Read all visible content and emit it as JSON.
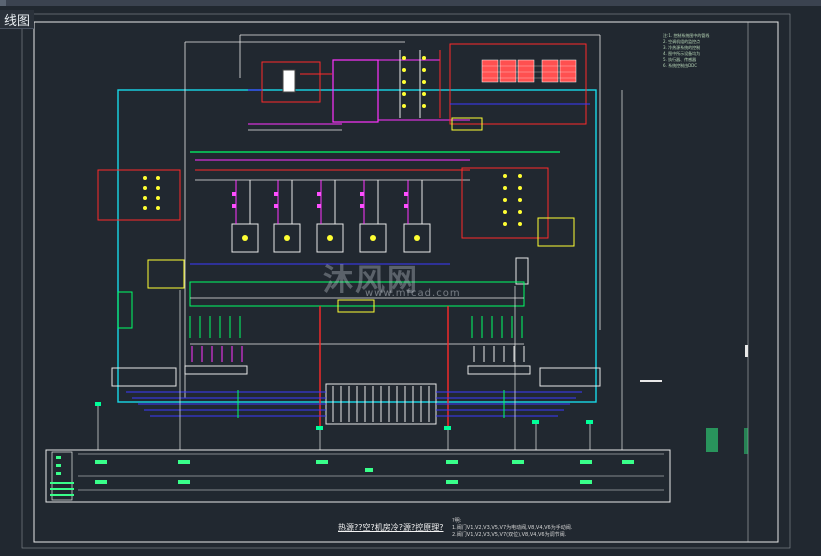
{
  "window": {
    "tab_label": "线图"
  },
  "watermark": {
    "brand": "沐风网",
    "url": "www.mfcad.com"
  },
  "drawing": {
    "bottom_title": "热源??空?机房冷?源?控原理?",
    "bottom_note_lines": [
      "?明:",
      "1.阀门V1,V2,V3,V5,V7为电动阀,V8,V4,V6为手动阀.",
      "2.阀门V1,V2,V3,V5,V7(双位),V8,V4,V6为调节阀."
    ],
    "legend_lines": [
      "注:1. 控制系统图中的管线",
      "2. 空调机组的监控点",
      "3. 冷热源系统的控制",
      "4. 图中所示设备均为",
      "5. 执行器、传感器",
      "6. 系统控制由DDC"
    ]
  },
  "colors": {
    "background": "#212830",
    "frame": "#e8e8e8",
    "supply_pipe": "#ff2a2a",
    "return_pipe": "#3a3aff",
    "control_wire": "#00e5e5",
    "signal": "#ffff33",
    "magenta_pipe": "#ff33ff",
    "green_device": "#33ff33"
  }
}
